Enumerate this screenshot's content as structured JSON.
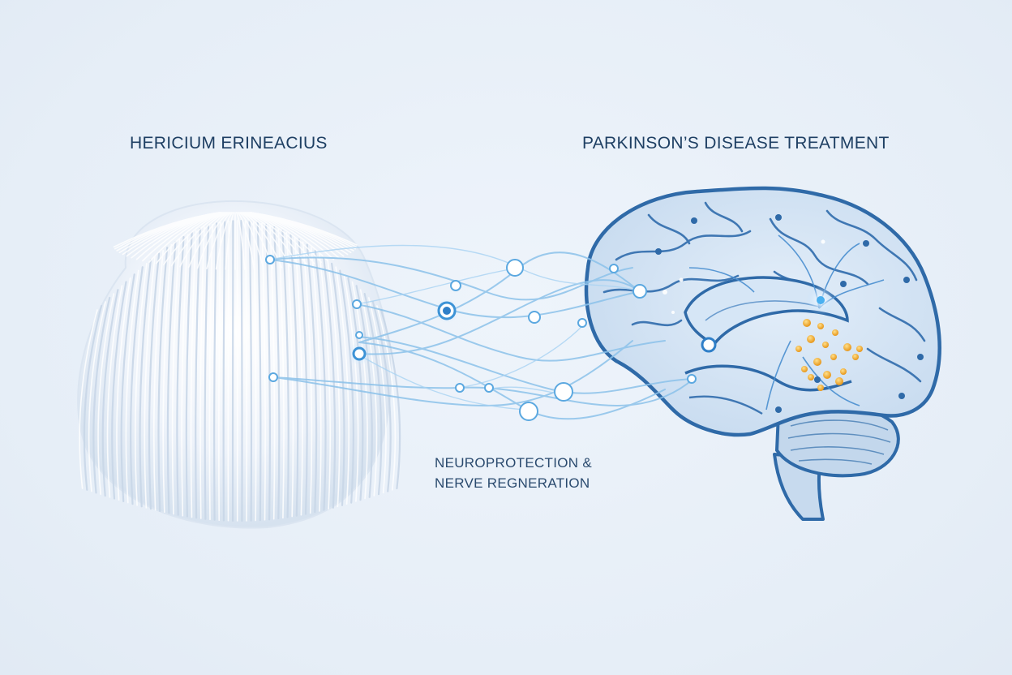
{
  "labels": {
    "left_title": "HERICIUM ERINEACIUS",
    "right_title": "PARKINSON’S DISEASE TREATMENT",
    "middle_line1": "NEUROPROTECTION &",
    "middle_line2": "NERVE REGNERATION"
  },
  "colors": {
    "background": "#e8f0f8",
    "text": "#1e3f63",
    "brain_outline": "#2f6aa8",
    "brain_fill": "#cfe0f1",
    "connection": "#7fb9e6",
    "node": "#3d93d6",
    "dopamine": "#f0a830",
    "mushroom": "#f4f7fb"
  },
  "icons": [
    "mushroom-illustration",
    "brain-illustration",
    "neural-connection-lines",
    "dopamine-particles"
  ]
}
